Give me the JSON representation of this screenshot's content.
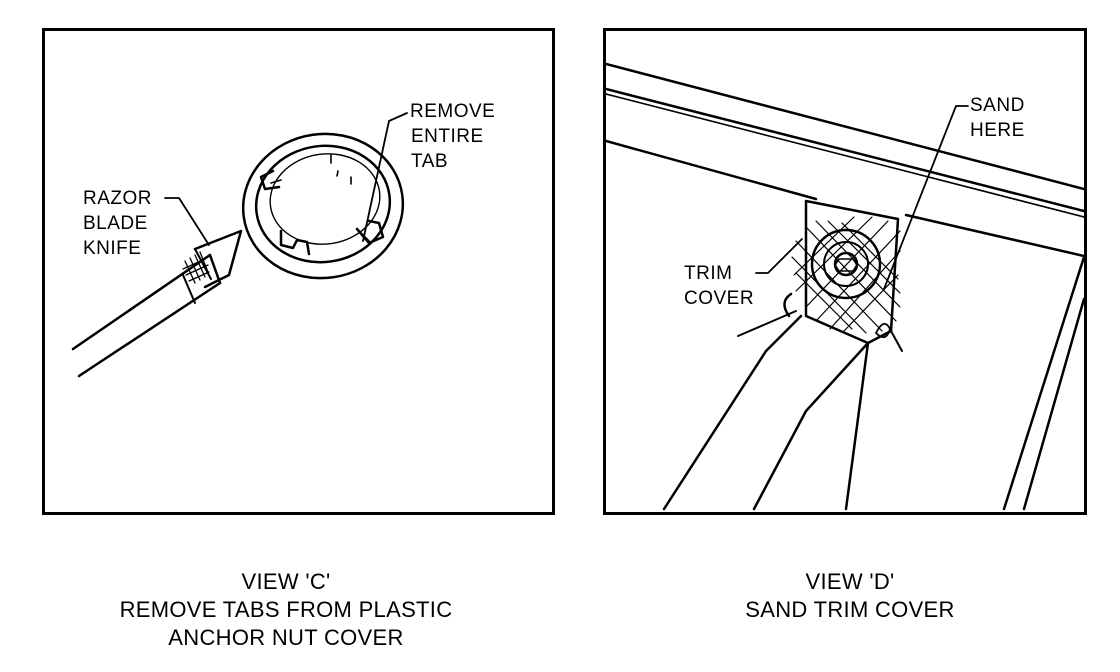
{
  "view_c": {
    "callouts": {
      "remove_tab": [
        "REMOVE",
        "ENTIRE",
        "TAB"
      ],
      "razor_knife": [
        "RAZOR",
        "BLADE",
        "KNIFE"
      ]
    },
    "caption": [
      "VIEW 'C'",
      "REMOVE TABS FROM PLASTIC",
      "ANCHOR NUT COVER"
    ]
  },
  "view_d": {
    "callouts": {
      "sand_here": [
        "SAND",
        "HERE"
      ],
      "trim_cover": [
        "TRIM",
        "COVER"
      ]
    },
    "caption": [
      "VIEW 'D'",
      "SAND TRIM COVER"
    ]
  }
}
